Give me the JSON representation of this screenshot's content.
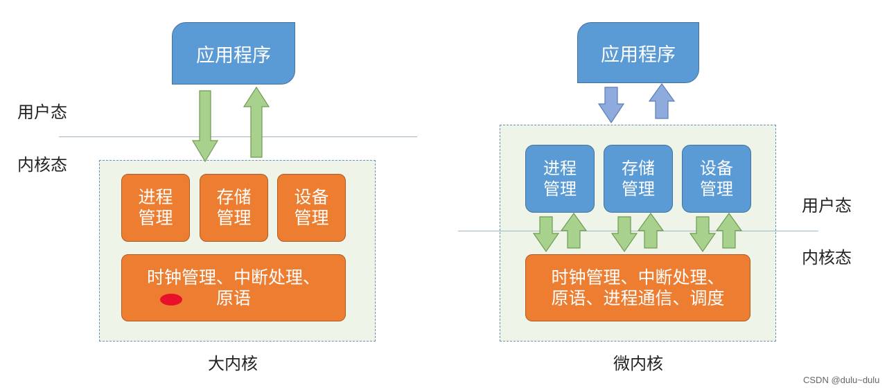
{
  "colors": {
    "app_blue": "#5b9bd5",
    "kernel_orange": "#ed7d31",
    "arrow_green": "#a9d18e",
    "arrow_blue": "#8faadc",
    "kernel_bg": "#eef5e8"
  },
  "left": {
    "app": "应用程序",
    "user_mode": "用户态",
    "kernel_mode": "内核态",
    "modules": [
      {
        "line1": "进程",
        "line2": "管理"
      },
      {
        "line1": "存储",
        "line2": "管理"
      },
      {
        "line1": "设备",
        "line2": "管理"
      }
    ],
    "core_line1": "时钟管理、中断处理、",
    "core_line2": "原语",
    "caption": "大内核"
  },
  "right": {
    "app": "应用程序",
    "user_mode": "用户态",
    "kernel_mode": "内核态",
    "modules": [
      {
        "line1": "进程",
        "line2": "管理"
      },
      {
        "line1": "存储",
        "line2": "管理"
      },
      {
        "line1": "设备",
        "line2": "管理"
      }
    ],
    "core_line1": "时钟管理、中断处理、",
    "core_line2": "原语、进程通信、调度",
    "caption": "微内核"
  },
  "watermark": "CSDN @dulu~dulu"
}
